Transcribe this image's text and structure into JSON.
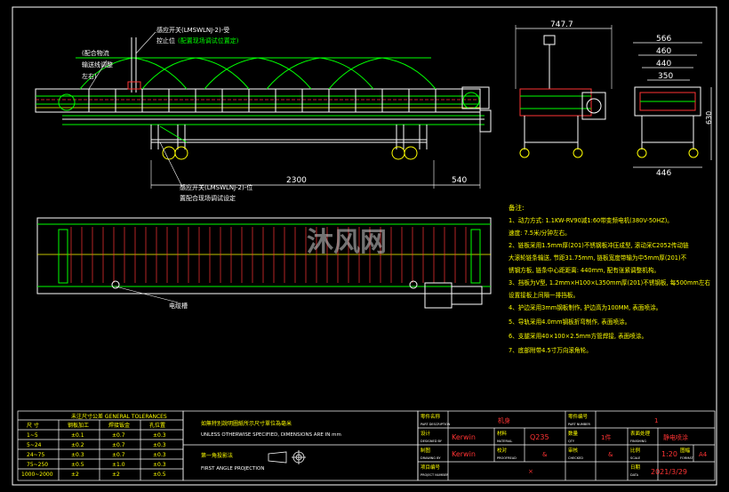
{
  "callouts": {
    "switch_top_1": "感应开关(LMSWLNJ-2)-受",
    "switch_top_2": "控止位",
    "switch_top_3": "(配置现场调试位置定)",
    "fence_1": "(配合物流",
    "fence_2": "输送线调整",
    "fence_3": "左右)",
    "switch_bottom_1": "感应开关(LMSWLNJ-2)-位",
    "switch_bottom_2": "置配合现场调试设定",
    "cable": "电缆槽"
  },
  "dims": {
    "len_main": "2300",
    "len_tail": "540",
    "side_top": "747.7",
    "w_566": "566",
    "w_460": "460",
    "w_440": "440",
    "w_350": "350",
    "w_446": "446",
    "h_630": "630"
  },
  "watermark": "沐风网",
  "notes": {
    "title": "备注:",
    "lines": [
      "1、动力方式: 1.1KW-RV90减1:60带变频电机(380V-50HZ)。",
      "   速度: 7.5米/分钟左右。",
      "2、链板采用1.5mm厚(201)不锈钢板冲压成型, 滚动采C2052传动链",
      "   大滚轮链条输送, 节距31.75mm, 链板宽度带输为中5mm厚(201)不",
      "   锈钢方板, 链条中心距距离: 440mm, 配有张紧调整机构。",
      "3、挡板为V型, 1.2mm×H100×L350mm厚(201)不锈钢板, 每500mm左右",
      "   设置接板上间隔一排挡板。",
      "4、护边采用3mm钢板制作, 护边高为100MM, 表面喷涂。",
      "5、导轨采用4.0mm钢板折弯制作, 表面喷涂。",
      "6、支腿采用40×100×2.5mm方管焊接, 表面喷涂。",
      "7、底部附带4.5寸万向滚角轮。"
    ]
  },
  "tolerances": {
    "title": "未注尺寸公差 GENERAL TOLERANCES",
    "headers": [
      "尺 寸",
      "钢板加工",
      "焊接钣金",
      "孔位置"
    ],
    "rows": [
      [
        "1~5",
        "±0.1",
        "±0.7",
        "±0.3"
      ],
      [
        "5~24",
        "±0.2",
        "±0.7",
        "±0.3"
      ],
      [
        "24~75",
        "±0.3",
        "±0.7",
        "±0.3"
      ],
      [
        "75~250",
        "±0.5",
        "±1.0",
        "±0.3"
      ],
      [
        "1000~2000",
        "±2",
        "±2",
        "±0.5"
      ]
    ]
  },
  "general_notes": {
    "unless_cn": "如無特別說明圖紙所示尺寸單位為毫米",
    "unless_en": "UNLESS OTHERWISE SPECIFIED, DIMENSIONS ARE IN mm",
    "angle_cn": "第一角投影法",
    "angle_en": "FIRST ANGLE PROJECTION"
  },
  "title_block": {
    "part_desc_label": "零件名称",
    "part_desc_en": "PART DESCRIPTION",
    "part_desc_value": "机身",
    "part_number_label": "零件编号",
    "part_number_en": "PART NUMBER",
    "part_number_value": "1",
    "designed_label": "设计",
    "designed_en": "DESIGNED BY",
    "designed_value": "Kerwin",
    "material_label": "材料",
    "material_en": "MATERIAL",
    "material_value": "Q235",
    "qty_label": "数量",
    "qty_en": "QTY",
    "qty_value": "1件",
    "finishing_label": "表面处理",
    "finishing_en": "FINISHING",
    "finishing_value": "静电喷涂",
    "drawn_label": "制图",
    "drawn_en": "DRAWING BY",
    "drawn_value": "Kerwin",
    "proofread_label": "校对",
    "proofread_en": "PROOFREAD",
    "proofread_value": "&",
    "checked_label": "审核",
    "checked_en": "CHECKED",
    "checked_value": "&",
    "scale_label": "比例",
    "scale_en": "SCALE",
    "scale_value": "1:20",
    "format_label": "图幅",
    "format_en": "FORMAT",
    "format_value": "A4",
    "project_label": "项目编号",
    "project_en": "PROJECT NUMBER",
    "project_value": "×",
    "date_label": "日期",
    "date_en": "DATA",
    "date_value": "2021/3/29"
  }
}
